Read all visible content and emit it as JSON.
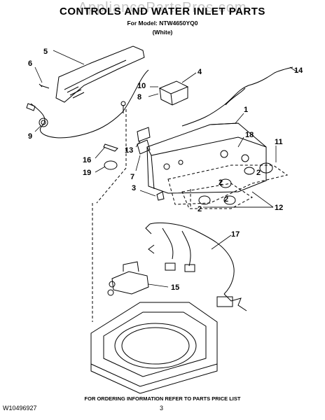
{
  "header": {
    "watermark": "AppliancePartsPros.com",
    "title": "CONTROLS AND WATER INLET PARTS",
    "model_line": "For Model: NTW4650YQ0",
    "color_line": "(White)"
  },
  "callouts": [
    "5",
    "6",
    "10",
    "8",
    "4",
    "14",
    "9",
    "1",
    "18",
    "11",
    "13",
    "16",
    "7",
    "19",
    "3",
    "2",
    "2",
    "2",
    "2",
    "12",
    "17",
    "15"
  ],
  "footer": {
    "note": "FOR ORDERING INFORMATION REFER TO PARTS PRICE LIST",
    "doc_number": "W10496927",
    "page_number": "3"
  }
}
